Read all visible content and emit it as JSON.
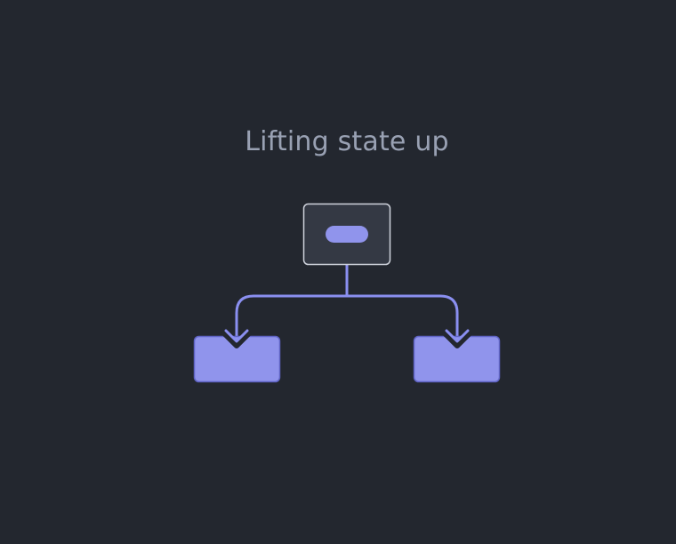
{
  "diagram": {
    "title": "Lifting state up",
    "colors": {
      "background": "#23272f",
      "title_text": "#99a1b3",
      "accent": "#8a8ff0",
      "accent_fill": "#9094ec",
      "accent_dark": "#5f63c4",
      "parent_fill": "#343944",
      "parent_border": "#cfd3dc"
    },
    "nodes": {
      "parent": {
        "role": "parent component holding state"
      },
      "state": {
        "role": "state pill"
      },
      "child_left": {
        "role": "child component"
      },
      "child_right": {
        "role": "child component"
      }
    },
    "edges": [
      {
        "from": "state",
        "to": "child_left",
        "style": "arrow"
      },
      {
        "from": "state",
        "to": "child_right",
        "style": "arrow"
      }
    ]
  }
}
